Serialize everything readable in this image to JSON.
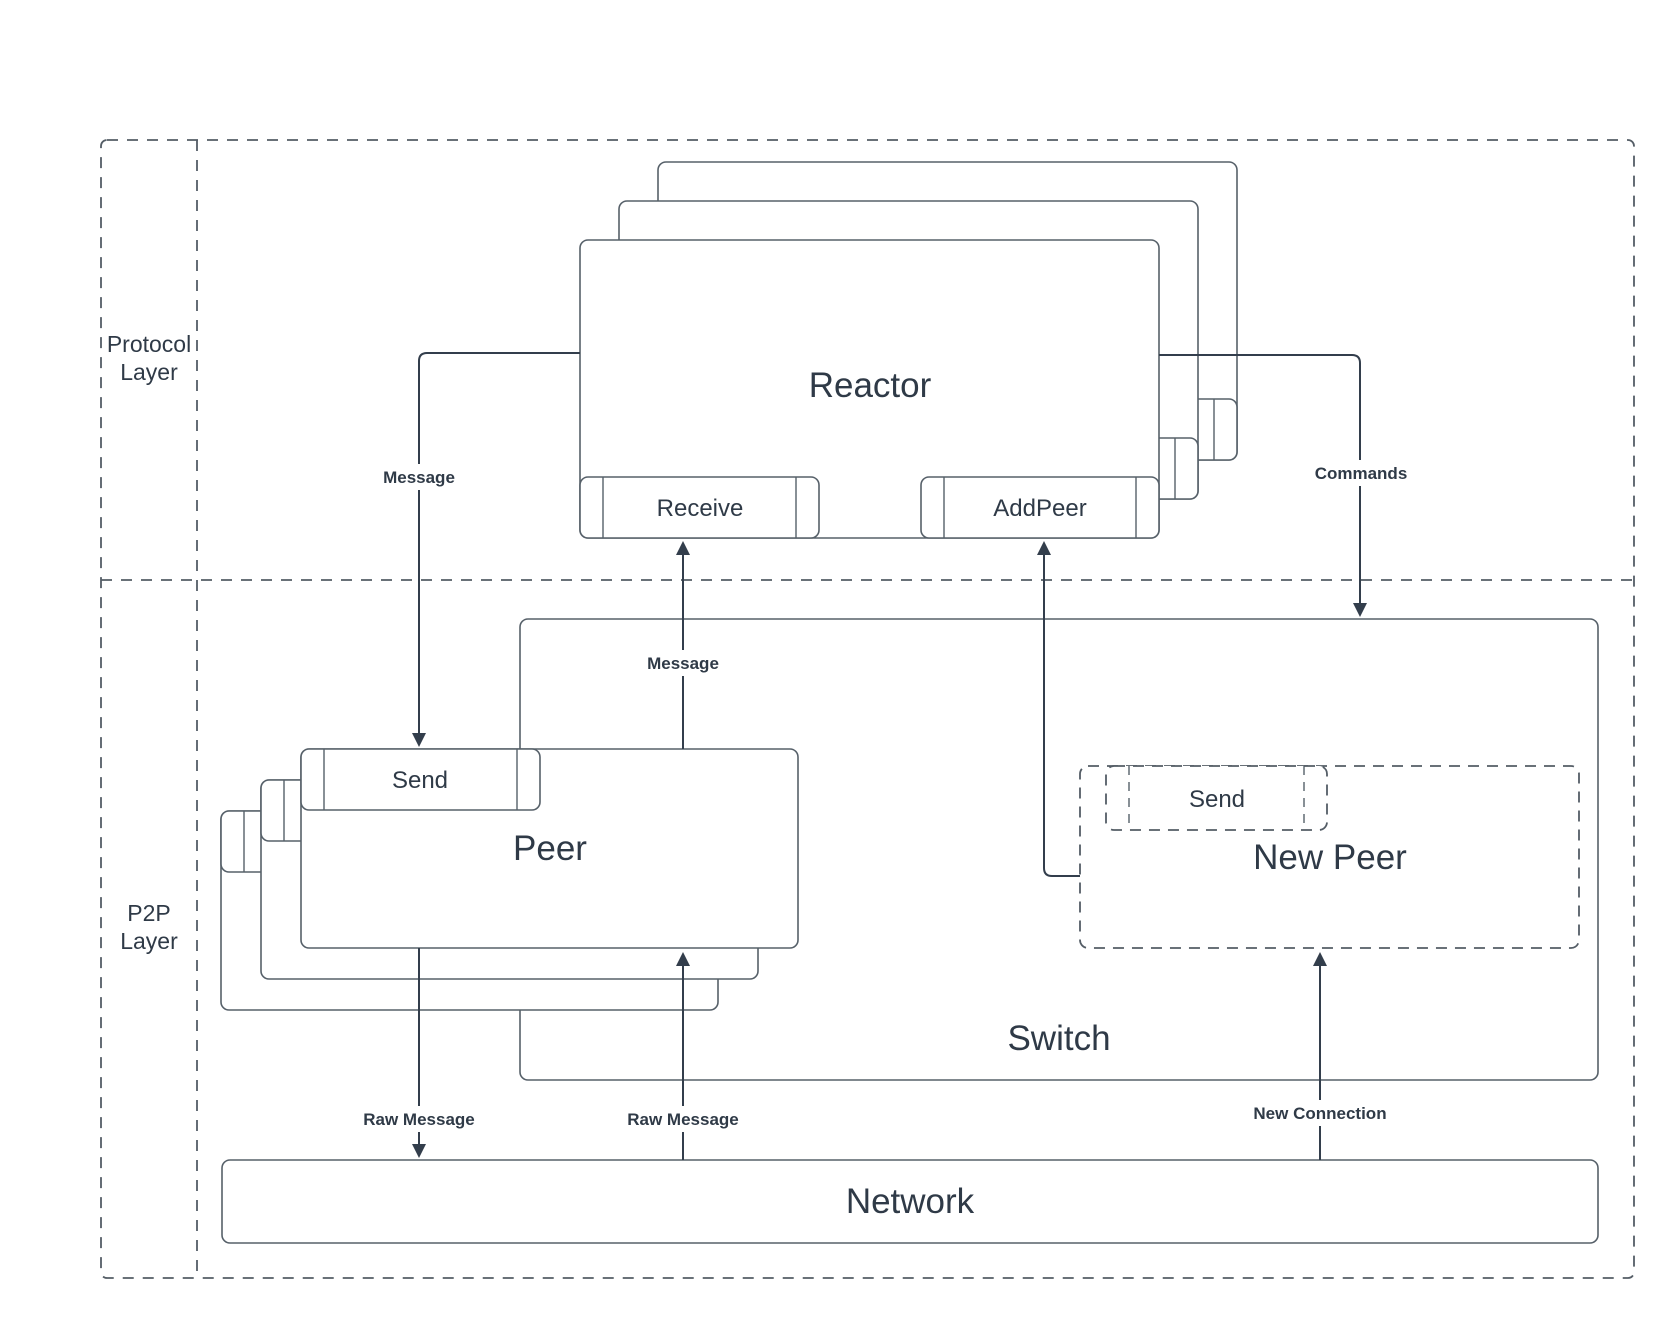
{
  "layers": {
    "protocol": {
      "line1": "Protocol",
      "line2": "Layer"
    },
    "p2p": {
      "line1": "P2P",
      "line2": "Layer"
    }
  },
  "nodes": {
    "reactor": {
      "title": "Reactor",
      "receive": "Receive",
      "addpeer": "AddPeer"
    },
    "peer": {
      "title": "Peer",
      "send": "Send"
    },
    "new_peer": {
      "title": "New Peer",
      "send": "Send"
    },
    "switch": {
      "title": "Switch"
    },
    "network": {
      "title": "Network"
    }
  },
  "edges": {
    "message_to_peer": "Message",
    "message_to_reactor": "Message",
    "commands": "Commands",
    "raw_message_out": "Raw Message",
    "raw_message_in": "Raw Message",
    "new_connection": "New Connection"
  },
  "colors": {
    "background": "#ffffff",
    "border": "#566069",
    "dashed_border": "#545d66",
    "connector": "#333e4c",
    "text": "#2f3a47"
  }
}
